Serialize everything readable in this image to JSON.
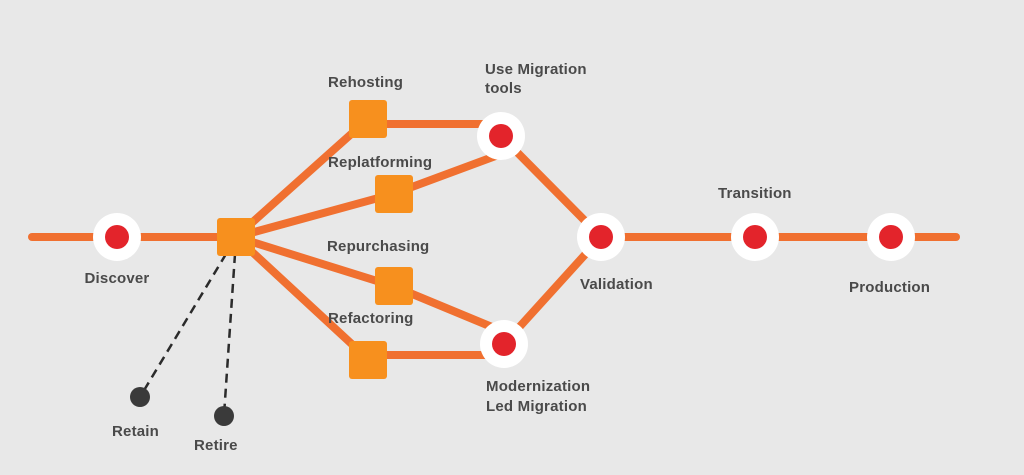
{
  "labels": {
    "discover": "Discover",
    "rehosting": "Rehosting",
    "use_migration_line1": "Use Migration",
    "use_migration_line2": "tools",
    "replatforming": "Replatforming",
    "repurchasing": "Repurchasing",
    "refactoring": "Refactoring",
    "modernization_line1": "Modernization",
    "modernization_line2": "Led Migration",
    "validation": "Validation",
    "transition": "Transition",
    "production": "Production",
    "retain": "Retain",
    "retire": "Retire"
  },
  "colors": {
    "background": "#e8e8e8",
    "line": "#f07030",
    "square": "#f7901e",
    "node_ring": "#ffffff",
    "node_dot": "#e3242b",
    "dashed_line": "#2b2b2b",
    "end_dot": "#3a3a3a",
    "text": "#4a4a4a"
  }
}
